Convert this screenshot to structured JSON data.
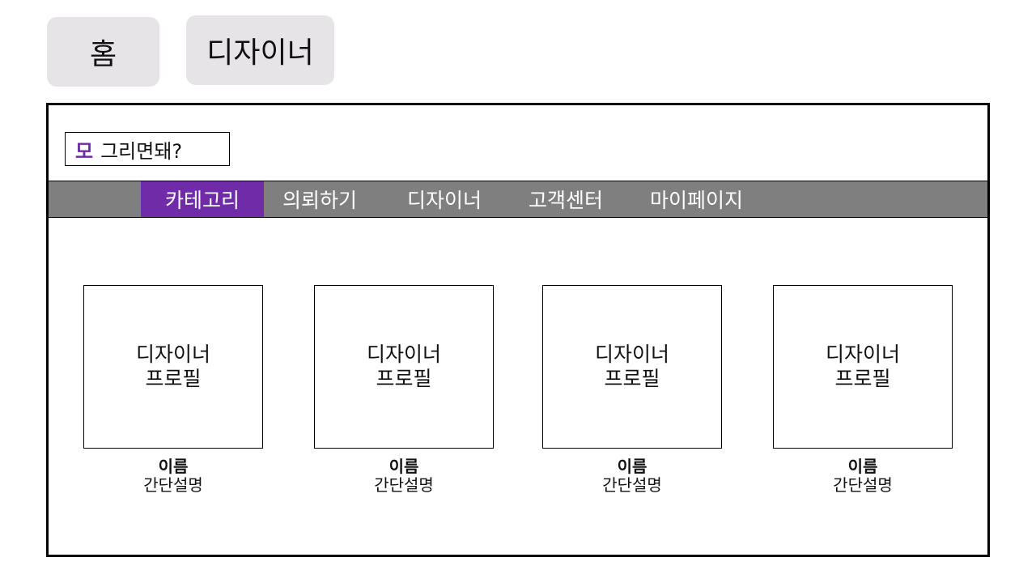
{
  "top_tabs": [
    {
      "label": "홈"
    },
    {
      "label": "디자이너"
    }
  ],
  "logo": {
    "mark": "모",
    "text": "그리면돼?"
  },
  "nav": {
    "items": [
      {
        "label": "카테고리",
        "active": true
      },
      {
        "label": "의뢰하기"
      },
      {
        "label": "디자이너"
      },
      {
        "label": "고객센터"
      },
      {
        "label": "마이페이지"
      }
    ]
  },
  "colors": {
    "accent": "#6f2ba8",
    "nav_bg": "#7f7f7f",
    "tab_bg": "#e6e4e6"
  },
  "cards": [
    {
      "image_line1": "디자이너",
      "image_line2": "프로필",
      "name": "이름",
      "desc": "간단설명"
    },
    {
      "image_line1": "디자이너",
      "image_line2": "프로필",
      "name": "이름",
      "desc": "간단설명"
    },
    {
      "image_line1": "디자이너",
      "image_line2": "프로필",
      "name": "이름",
      "desc": "간단설명"
    },
    {
      "image_line1": "디자이너",
      "image_line2": "프로필",
      "name": "이름",
      "desc": "간단설명"
    }
  ]
}
